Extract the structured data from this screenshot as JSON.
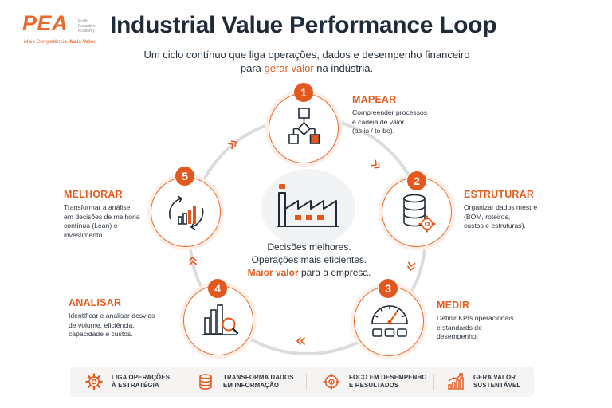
{
  "logo": {
    "mark": "PEA",
    "small_lines": [
      "Profit",
      "Executive",
      "Academy"
    ],
    "tagline_plain": "Mais Competência. ",
    "tagline_bold": "Mais Valor."
  },
  "header": {
    "title": "Industrial Value Performance Loop",
    "subtitle_line1": "Um ciclo contínuo que liga operações, dados e desempenho financeiro",
    "subtitle_pre": "para ",
    "subtitle_highlight": "gerar valor",
    "subtitle_post": " na indústria."
  },
  "center": {
    "line1": "Decisões melhores.",
    "line2": "Operações mais eficientes.",
    "line3_highlight": "Maior valor",
    "line3_rest": " para a empresa."
  },
  "steps": [
    {
      "number": "1",
      "title": "MAPEAR",
      "desc": [
        "Compreender processos",
        "e cadeia de valor",
        "(as-is / to-be)."
      ]
    },
    {
      "number": "2",
      "title": "ESTRUTURAR",
      "desc": [
        "Organizar dados mestre",
        "(BOM, roteiros,",
        "custos e estruturas)."
      ]
    },
    {
      "number": "3",
      "title": "MEDIR",
      "desc": [
        "Definir KPIs operacionais",
        "e standards de",
        "desempenho."
      ]
    },
    {
      "number": "4",
      "title": "ANALISAR",
      "desc": [
        "Identificar e analisar desvios",
        "de volume, eficiência,",
        "capacidade e custos."
      ]
    },
    {
      "number": "5",
      "title": "MELHORAR",
      "desc": [
        "Transformar a análise",
        "em decisões de melhoria",
        "contínua (Lean) e",
        "investimento."
      ]
    }
  ],
  "footer": [
    {
      "icon": "gear-icon",
      "lines": [
        "LIGA OPERAÇÕES",
        "À ESTRATÉGIA"
      ]
    },
    {
      "icon": "database-icon",
      "lines": [
        "TRANSFORMA DADOS",
        "EM INFORMAÇÃO"
      ]
    },
    {
      "icon": "target-icon",
      "lines": [
        "FOCO EM DESEMPENHO",
        "E RESULTADOS"
      ]
    },
    {
      "icon": "growth-chart-icon",
      "lines": [
        "GERA VALOR",
        "SUSTENTÁVEL"
      ]
    }
  ],
  "colors": {
    "accent": "#e4571d",
    "title": "#1f2b3a",
    "ring": "#d9d9d9",
    "footer_bg": "#f6f4f2"
  }
}
